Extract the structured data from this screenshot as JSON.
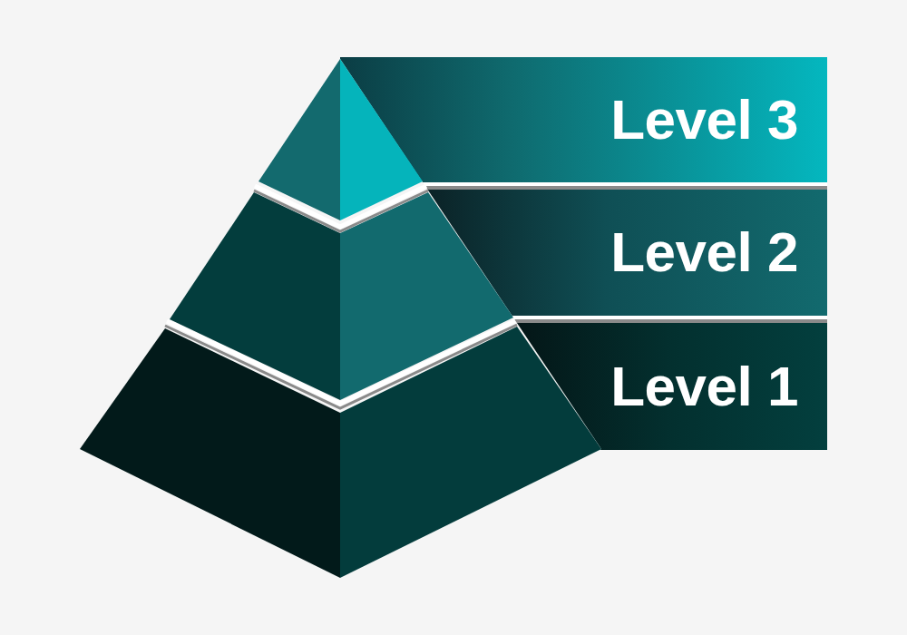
{
  "diagram": {
    "nodes": [
      {
        "text": [
          "Level 3"
        ]
      },
      {
        "text": [
          "Level 2"
        ]
      },
      {
        "text": [
          "Level 1"
        ]
      }
    ]
  }
}
